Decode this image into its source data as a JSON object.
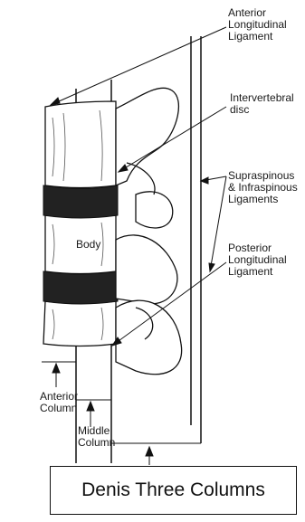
{
  "labels": {
    "anterior_longitudinal_ligament": "Anterior\nLongitudinal\nLigament",
    "intervertebral_disc": "Intervertebral\ndisc",
    "supraspinous_infraspinous": "Supraspinous\n& Infraspinous\nLigaments",
    "body": "Body",
    "posterior_longitudinal_ligament": "Posterior\nLongitudinal\nLigament",
    "anterior_column": "Anterior\nColumn",
    "middle_column": "Middle\nColumn"
  },
  "caption": "Denis Three Columns"
}
